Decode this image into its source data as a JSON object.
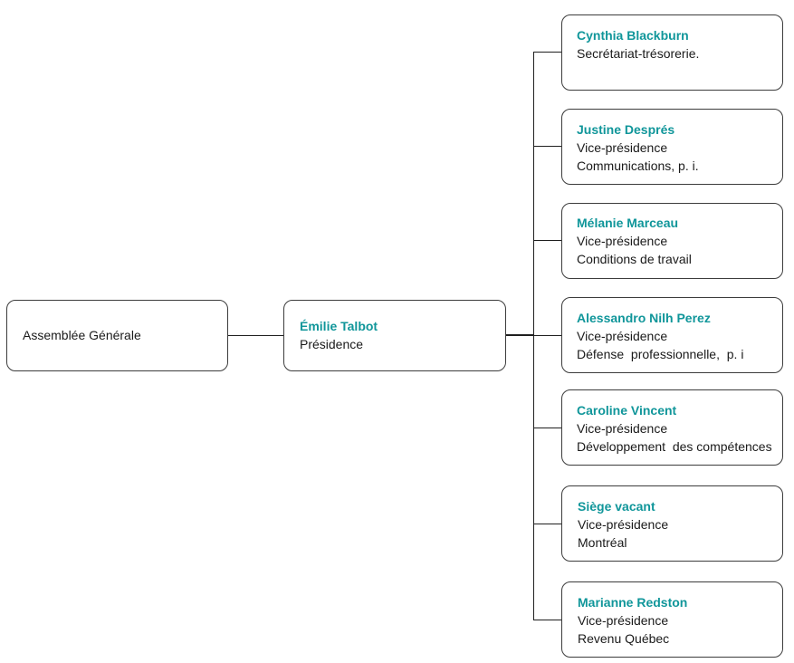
{
  "colors": {
    "name_accent": "#10969a",
    "border": "#3c3c3c",
    "connector": "#1f1f1f"
  },
  "root": {
    "label": "Assemblée Générale"
  },
  "president": {
    "name": "Émilie Talbot",
    "role": "Présidence"
  },
  "members": [
    {
      "name": "Cynthia Blackburn",
      "role": "Secrétariat-trésorerie.",
      "portfolio": ""
    },
    {
      "name": "Justine Després",
      "role": "Vice-présidence",
      "portfolio": "Communications, p. i."
    },
    {
      "name": "Mélanie Marceau",
      "role": "Vice-présidence",
      "portfolio": "Conditions de travail"
    },
    {
      "name": "Alessandro Nilh Perez",
      "role": "Vice-présidence",
      "portfolio": "Défense  professionnelle,  p. i"
    },
    {
      "name": "Caroline Vincent",
      "role": "Vice-présidence",
      "portfolio": "Développement  des compétences"
    },
    {
      "name": "Siège vacant",
      "role": "Vice-présidence",
      "portfolio": "Montréal"
    },
    {
      "name": "Marianne Redston",
      "role": "Vice-présidence",
      "portfolio": "Revenu Québec"
    }
  ]
}
